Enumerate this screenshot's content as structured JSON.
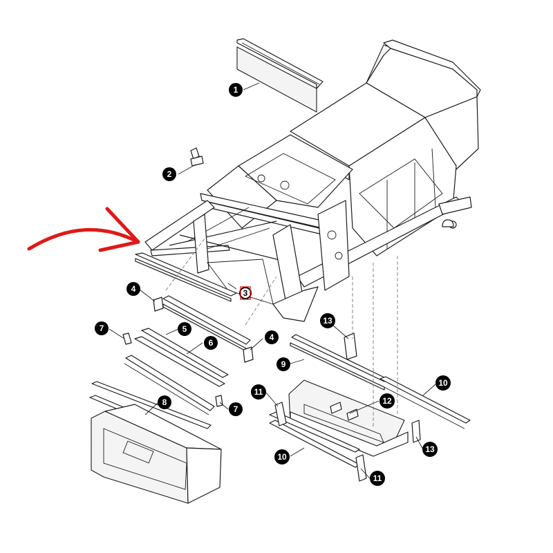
{
  "callouts": [
    {
      "id": "c1",
      "label": "1"
    },
    {
      "id": "c2",
      "label": "2"
    },
    {
      "id": "c3",
      "label": "3"
    },
    {
      "id": "c4a",
      "label": "4"
    },
    {
      "id": "c4b",
      "label": "4"
    },
    {
      "id": "c5",
      "label": "5"
    },
    {
      "id": "c6",
      "label": "6"
    },
    {
      "id": "c7a",
      "label": "7"
    },
    {
      "id": "c7b",
      "label": "7"
    },
    {
      "id": "c8",
      "label": "8"
    },
    {
      "id": "c9",
      "label": "9"
    },
    {
      "id": "c10a",
      "label": "10"
    },
    {
      "id": "c10b",
      "label": "10"
    },
    {
      "id": "c11a",
      "label": "11"
    },
    {
      "id": "c11b",
      "label": "11"
    },
    {
      "id": "c12",
      "label": "12"
    },
    {
      "id": "c13a",
      "label": "13"
    },
    {
      "id": "c13b",
      "label": "13"
    }
  ],
  "highlight": {
    "target_label": "3",
    "arrow_color": "#e01818"
  }
}
